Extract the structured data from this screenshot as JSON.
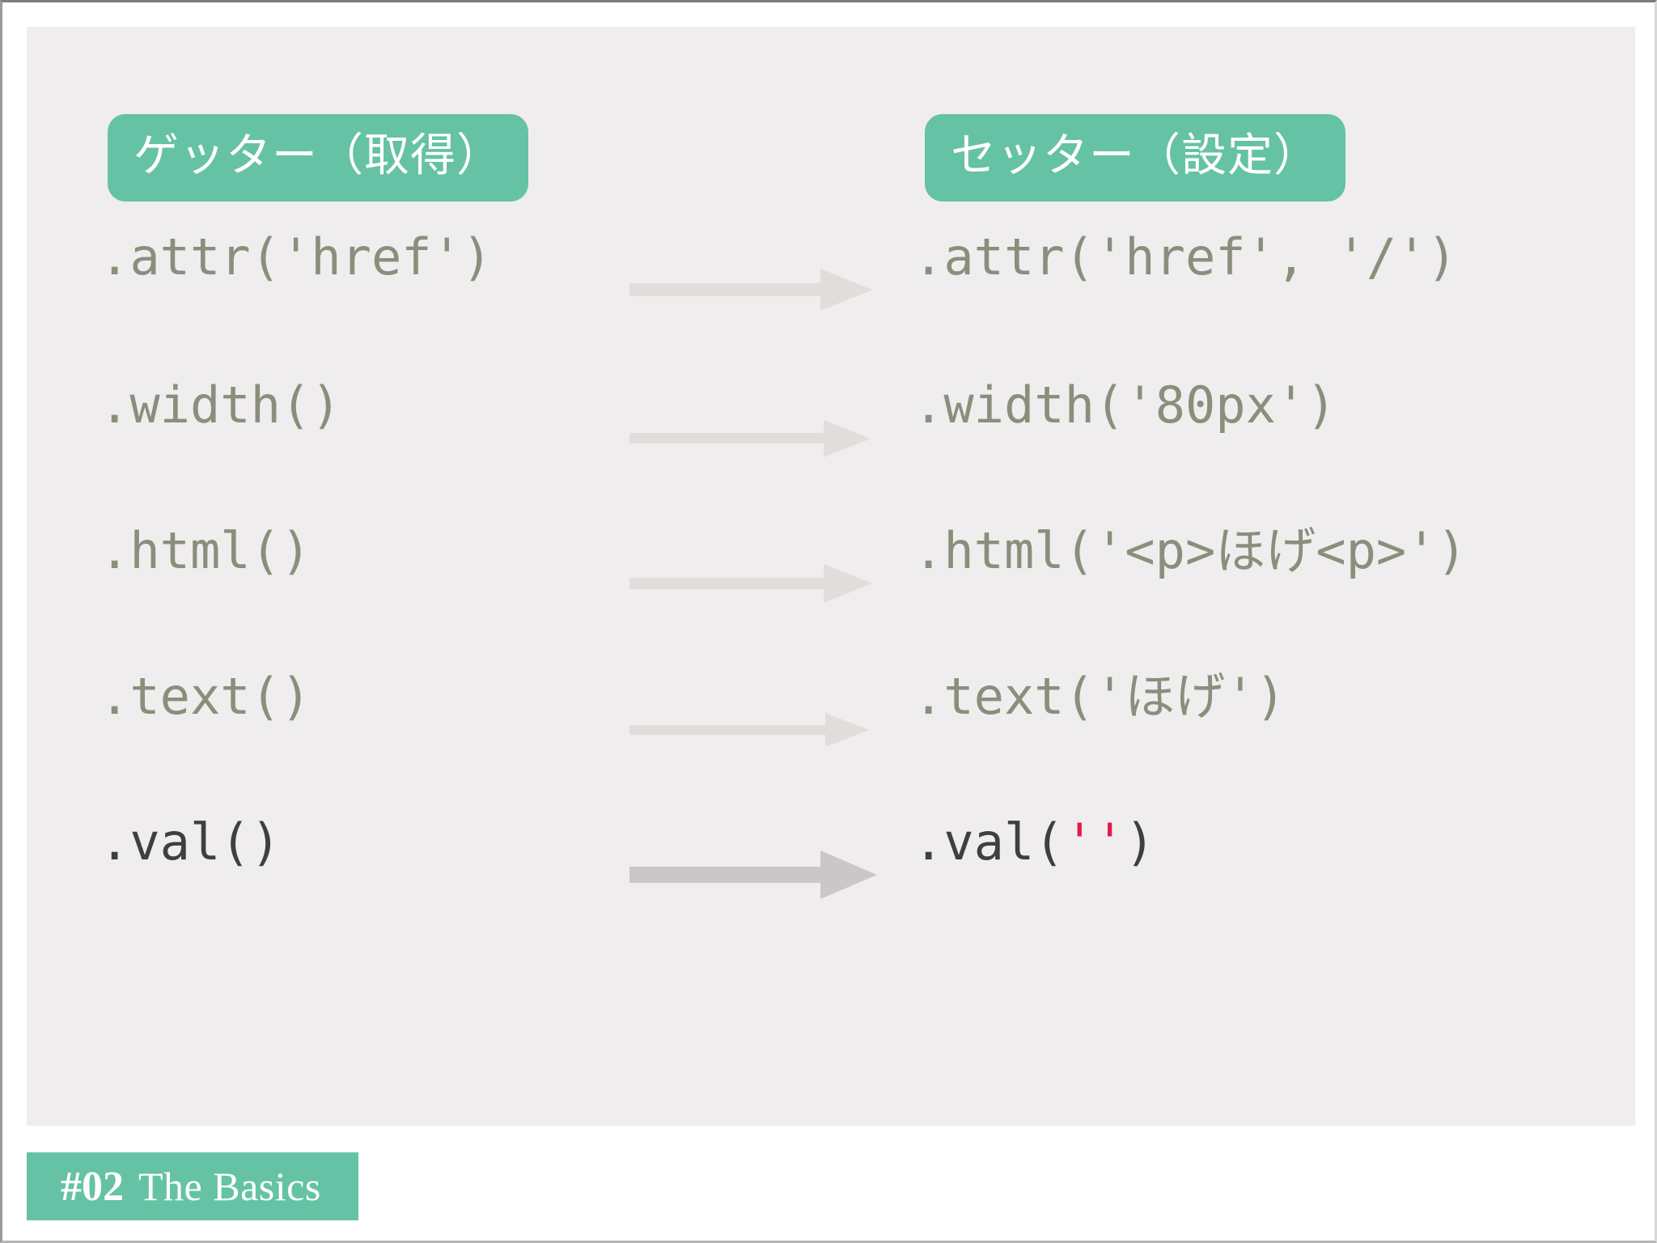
{
  "slide": {
    "background": "#ffffff",
    "panel_background": "#efeded",
    "accent_color": "#66c2a5",
    "code_color": "#8a8f7c",
    "code_emphasis_color": "#3f3f3f",
    "quote_accent_color": "#e6194b",
    "arrow_color": "#e0dedb",
    "arrow_emphasis_color": "#c9c7c7"
  },
  "columns": {
    "getter": {
      "label": "ゲッター（取得）"
    },
    "setter": {
      "label": "セッター（設定）"
    }
  },
  "rows": [
    {
      "getter": ".attr('href')",
      "arrow": "arrow-right-icon",
      "setter_prefix": ".attr('href', '/')",
      "setter_accent": "",
      "setter_suffix": "",
      "emphasis": false
    },
    {
      "getter": ".width()",
      "arrow": "arrow-right-icon",
      "setter_prefix": ".width('80px')",
      "setter_accent": "",
      "setter_suffix": "",
      "emphasis": false
    },
    {
      "getter": ".html()",
      "arrow": "arrow-right-icon",
      "setter_prefix": ".html('<p>ほげ<p>')",
      "setter_accent": "",
      "setter_suffix": "",
      "emphasis": false
    },
    {
      "getter": ".text()",
      "arrow": "arrow-right-icon",
      "setter_prefix": ".text('ほげ')",
      "setter_accent": "",
      "setter_suffix": "",
      "emphasis": false
    },
    {
      "getter": ".val()",
      "arrow": "arrow-right-icon",
      "setter_prefix": ".val(",
      "setter_accent": "''",
      "setter_suffix": ")",
      "emphasis": true
    }
  ],
  "footer": {
    "number": "#02",
    "title": "The Basics"
  }
}
